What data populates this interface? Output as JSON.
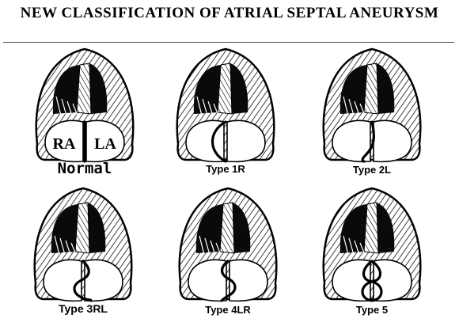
{
  "title": "NEW CLASSIFICATION OF ATRIAL SEPTAL ANEURYSM",
  "normal_labels": {
    "right_atrium": "RA",
    "left_atrium": "LA"
  },
  "panels": [
    {
      "caption": "Normal",
      "septum": "straight"
    },
    {
      "caption": "Type 1R",
      "septum": "bulge-right"
    },
    {
      "caption": "Type 2L",
      "septum": "bulge-left"
    },
    {
      "caption": "Type 3RL",
      "septum": "right-then-left"
    },
    {
      "caption": "Type 4LR",
      "septum": "left-then-right"
    },
    {
      "caption": "Type 5",
      "septum": "loop"
    }
  ]
}
